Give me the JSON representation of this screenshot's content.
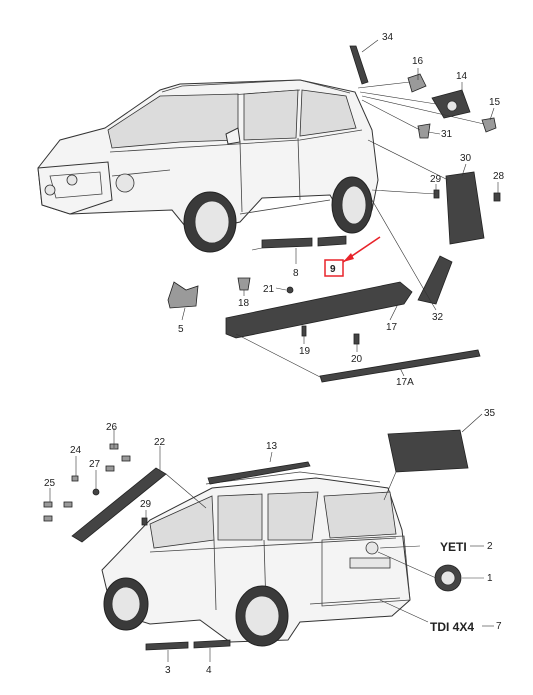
{
  "labels": {
    "n34": "34",
    "n16": "16",
    "n14": "14",
    "n15": "15",
    "n31": "31",
    "n30": "30",
    "n29": "29",
    "n28": "28",
    "n8": "8",
    "n9": "9",
    "n21": "21",
    "n18": "18",
    "n5": "5",
    "n17": "17",
    "n32": "32",
    "n19": "19",
    "n20": "20",
    "n17a": "17A",
    "n35": "35",
    "n13": "13",
    "n22": "22",
    "n26": "26",
    "n24": "24",
    "n27": "27",
    "n25": "25",
    "n29b": "29",
    "n2": "2",
    "n1": "1",
    "n7": "7",
    "n3": "3",
    "n4": "4"
  },
  "badges": {
    "yeti": "YETI",
    "tdi": "TDI 4X4"
  },
  "colors": {
    "highlight": "#e8232a",
    "part_dark": "#444444",
    "line": "#333333"
  },
  "highlighted_part": "9"
}
